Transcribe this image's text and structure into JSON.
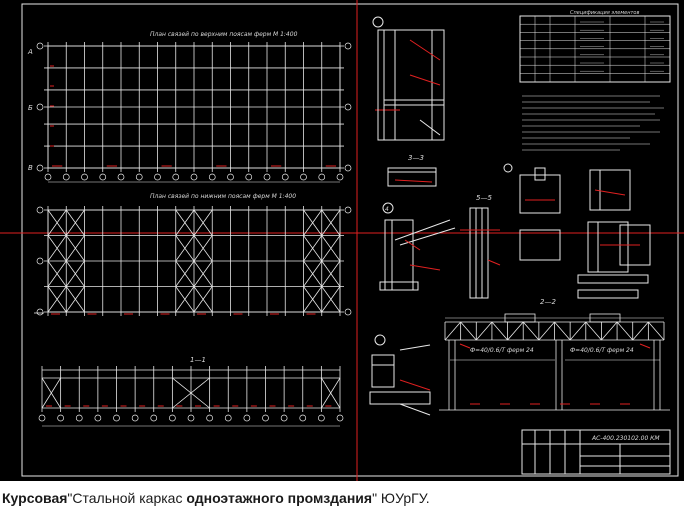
{
  "drawing": {
    "background": "#000000",
    "line_color": "#e8e8e8",
    "red_color": "#e02020",
    "yellow_color": "#e0d040",
    "plan_top_title": "План связей по верхним поясам ферм М 1:400",
    "plan_bottom_title": "План связей по нижним поясам ферм М 1:400",
    "section_label_1": "1—1",
    "section_label_2": "2—2",
    "section_label_3": "3—3",
    "section_label_4": "4",
    "section_label_5": "5—5",
    "truss_label_left": "Ф=40/0.6/Т ферм 24",
    "truss_label_right": "Ф=40/0.6/Т ферм 24",
    "spec_title": "Спецификация элементов",
    "stamp_code": "АС-400.230102.00 КМ",
    "axis_left_a": "А",
    "axis_left_b": "Б",
    "axis_left_v": "В"
  },
  "caption": {
    "part1": "Курсовая",
    "part2": "\"Стальной каркас ",
    "part3": "одноэтажного промздания",
    "part4": "\" ЮУрГУ."
  }
}
